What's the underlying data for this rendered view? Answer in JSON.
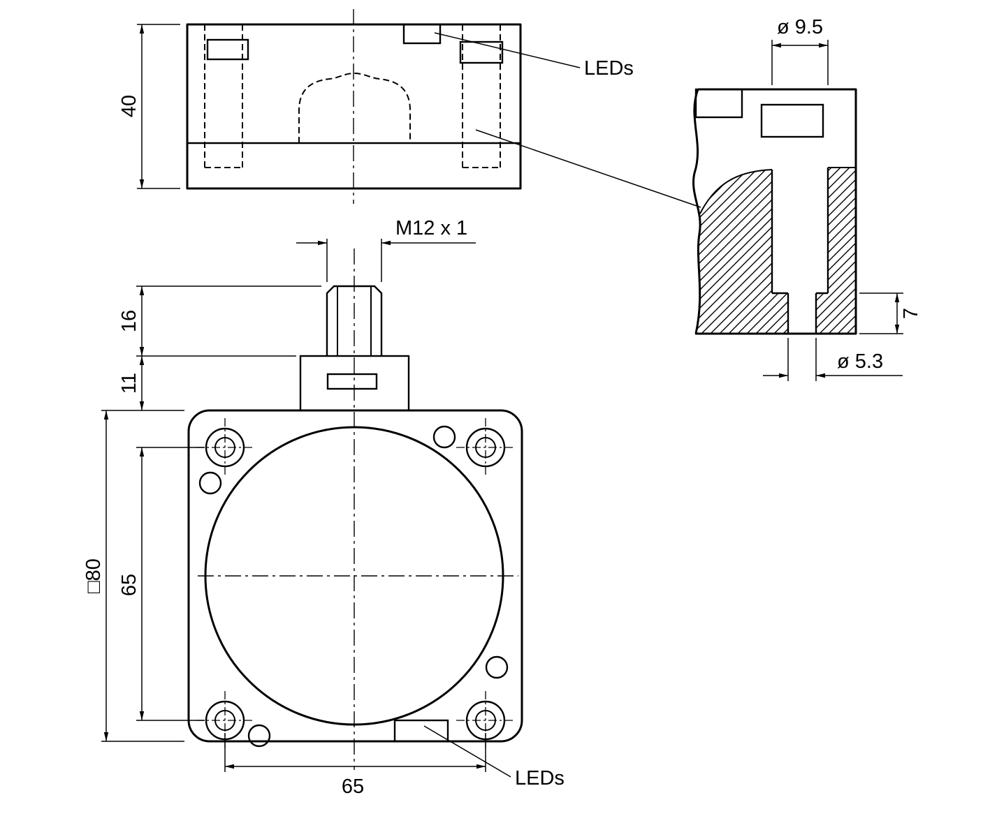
{
  "drawing": {
    "type": "dimensional-drawing",
    "background": "#ffffff",
    "line_color": "#000000"
  },
  "labels": {
    "leds_top_view": "LEDs",
    "leds_front_view": "LEDs",
    "thread_spec": "M12 x 1"
  },
  "dimensions": {
    "housing_depth": "40",
    "connector_length": "16",
    "collar_height": "11",
    "housing_square": "□80",
    "hole_spacing_vertical": "65",
    "hole_spacing_horizontal": "65",
    "counterbore_diameter": "ø 9.5",
    "counterbore_depth": "7",
    "through_hole_diameter": "ø 5.3"
  }
}
